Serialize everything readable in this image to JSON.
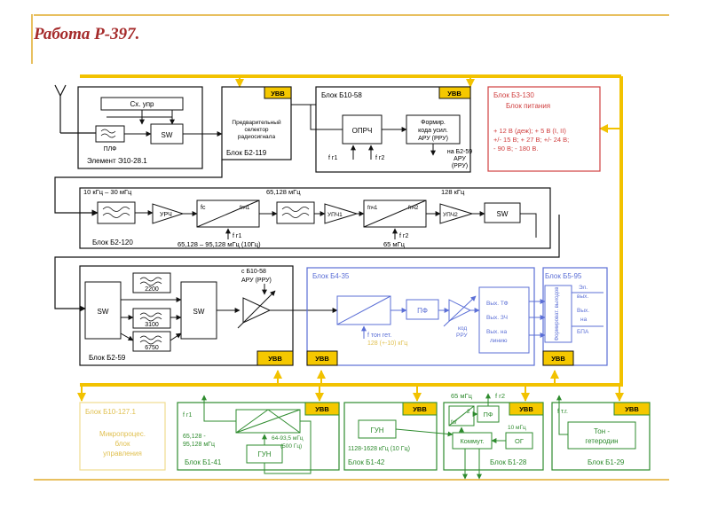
{
  "slide": {
    "title": "Работа Р-397."
  },
  "colors": {
    "bus": "#f2c200",
    "blue": "#5b6fd6",
    "red": "#d04040",
    "green": "#2e8b2e",
    "yellow_text": "#e0c050",
    "uvv_fill": "#f5c800"
  },
  "uvv": "УВВ",
  "element_e10": {
    "name": "Элемент Э10-28.1",
    "control": "Сх. упр",
    "filter": "ПЛФ",
    "switch": "SW"
  },
  "block_b2_119": {
    "name": "Блок Б2-119",
    "desc_1": "Предварительный",
    "desc_2": "селектор",
    "desc_3": "радиосигнала"
  },
  "block_b10_58": {
    "name": "Блок Б10-58",
    "oprch": "ОПРЧ",
    "former_1": "Формир.",
    "former_2": "кода усил.",
    "former_3": "АРУ (РРУ)",
    "fr1": "f г1",
    "fr2": "f г2",
    "out_1": "на Б2-59",
    "out_2": "АРУ",
    "out_3": "(РРУ)"
  },
  "block_b3_130": {
    "name_1": "Блок Б3-130",
    "name_2": "Блок питания",
    "line_1": "+ 12 В (деж); + 5 В (I, II)",
    "line_2": "+/- 15 В; + 27 В; +/- 24 В;",
    "line_3": "- 90 В; - 180 В."
  },
  "block_b2_120": {
    "name": "Блок Б2-120",
    "range_in": "10 кГц – 30 мГц",
    "if1": "65,128 мГц",
    "if2": "128 кГц",
    "urch": "УРЧ",
    "upch1": "УПЧ1",
    "upch2": "УПЧ2",
    "sw": "SW",
    "fc": "fc",
    "fpch1_a": "fпч1",
    "fpch1_b": "fпч1",
    "fpch2": "fпч2",
    "fr1": "f г1",
    "fr1_range": "65,128 – 95,128 мГц (10Гц)",
    "fr2": "f г2",
    "fr2_val": "65 мГц"
  },
  "block_b2_59": {
    "name": "Блок Б2-59",
    "sw_in": "SW",
    "sw_out": "SW",
    "f1": "2200",
    "f2": "3100",
    "f3": "6750",
    "agc_1": "с Б10-58",
    "agc_2": "АРУ  (РРУ)"
  },
  "block_b4_35": {
    "name": "Блок Б4-35",
    "pf": "ПФ",
    "code_1": "код",
    "code_2": "РРУ",
    "out_tf": "Вых. ТФ",
    "out_zch": "Вых. ЗЧ",
    "out_line_1": "Вых. на",
    "out_line_2": "линию",
    "ftone": "f тон гет.",
    "ftone_val": "128 (+-10) кГц"
  },
  "block_b5_95": {
    "name": "Блок Б5-95",
    "former": "Формироват. выходов",
    "out_el_1": "Эл.",
    "out_el_2": "вых.",
    "out_bpa_1": "Вых.",
    "out_bpa_2": "на",
    "out_bpa_3": "БПА"
  },
  "block_b10_127": {
    "name": "Блок Б10-127.1",
    "desc_1": "Микропроцес.",
    "desc_2": "блок",
    "desc_3": "управления"
  },
  "block_b1_41": {
    "name": "Блок Б1-41",
    "fr1": "f г1",
    "range_1": "65,128 -",
    "range_2": "95,128 мГц",
    "gun": "ГУН",
    "gun_range_1": "64-93,5 мГц",
    "gun_range_2": "(500 Гц)"
  },
  "block_b1_42": {
    "name": "Блок Б1-42",
    "gun": "ГУН",
    "range": "1128-1628 кГц (10 Гц)"
  },
  "block_b1_28": {
    "name": "Блок Б1-28",
    "top": "65 мГц",
    "fr2": "f г2",
    "pf": "ПФ",
    "div_2": "2",
    "div_for": "fог",
    "komm": "Коммут.",
    "og": "ОГ",
    "og_freq": "10 мГц"
  },
  "block_b1_29": {
    "name": "Блок Б1-29",
    "ftg": "f т.г.",
    "tone_1": "Тон -",
    "tone_2": "гетеродин"
  }
}
